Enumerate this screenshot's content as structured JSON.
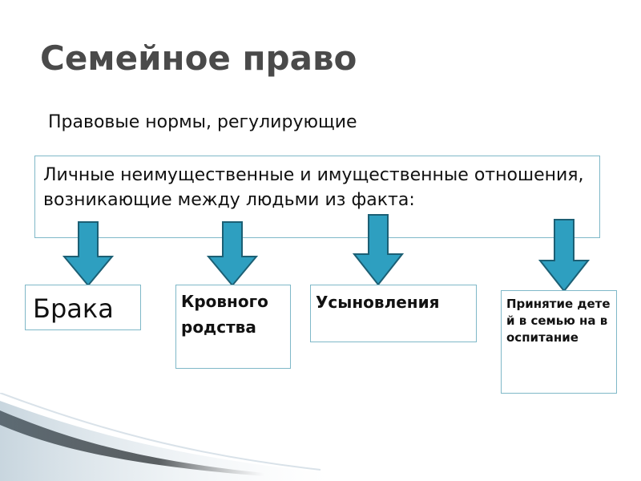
{
  "title": "Семейное право",
  "subtitle": "Правовые нормы, регулирующие",
  "main_box_text": "Личные неимущественные и имущественные отношения, возникающие между людьми из факта:",
  "boxes": [
    {
      "label": "Брака"
    },
    {
      "label": "Кровного родства"
    },
    {
      "label": "Усыновления"
    },
    {
      "label": "Принятие детей в семью на воспитание"
    }
  ],
  "colors": {
    "arrow_fill": "#2e9fc0",
    "arrow_stroke": "#1c5f74",
    "box_border": "#7fb8c8",
    "title": "#4a4a4a"
  }
}
